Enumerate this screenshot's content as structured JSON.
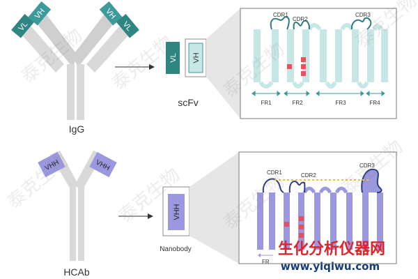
{
  "colors": {
    "vh_teal": "#3d9a9a",
    "vl_teal_dark": "#2f8582",
    "fr_light_teal": "#c7e7e6",
    "chain_grey": "#d9d9d9",
    "vhh_purple": "#9c98e0",
    "loop_teal": "#2d7a80",
    "loop_navy": "#2f3f7a",
    "mark_red": "#e8505b",
    "dotted_yellow": "#f4c21c",
    "brand_red": "#e0232a",
    "url_navy": "#1a3d7a"
  },
  "top": {
    "antibody_label": "IgG",
    "domain_vh": "VH",
    "domain_vl": "VL",
    "fragment_label": "scFv",
    "cdr_labels": [
      "CDR1",
      "CDR2",
      "CDR3"
    ],
    "fr_labels": [
      "FR1",
      "FR2",
      "FR3",
      "FR4"
    ]
  },
  "bottom": {
    "antibody_label": "HCAb",
    "domain_vhh": "VHH",
    "fragment_label": "Nanobody",
    "cdr_labels": [
      "CDR1",
      "CDR2",
      "CDR3"
    ],
    "fr_labels": [
      "FR"
    ]
  },
  "watermark": {
    "text": "泰克生物",
    "brand_name": "生化分析仪器网",
    "url": "www.yiqiwu.com"
  }
}
